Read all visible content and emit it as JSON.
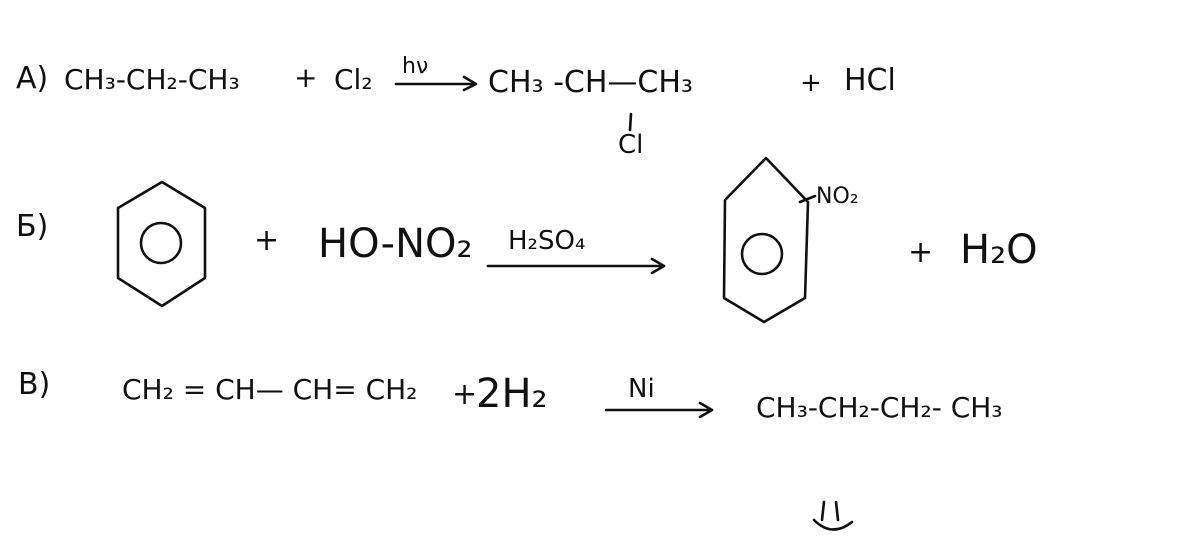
{
  "reactions": {
    "a": {
      "label": "А)",
      "reactant": "CH₃-CH₂-CH₃",
      "plus1": "+",
      "reagent": "Cl₂",
      "condition": "hν",
      "product": "CH₃ -CH—CH₃",
      "substituent": "Cl",
      "plus2": "+",
      "byproduct": "HCl"
    },
    "b": {
      "label": "Б)",
      "plus1": "+",
      "reagent": "HO-NO₂",
      "catalyst": "H₂SO₄",
      "substituent": "NO₂",
      "plus2": "+",
      "byproduct": "H₂O"
    },
    "c": {
      "label": "В)",
      "reactant": "CH₂ = CH— CH= CH₂",
      "plus1": "+",
      "reagent": "2H₂",
      "catalyst": "Ni",
      "product": "CH₃-CH₂-CH₂- CH₃"
    },
    "doodle": "smiley-doodle"
  }
}
